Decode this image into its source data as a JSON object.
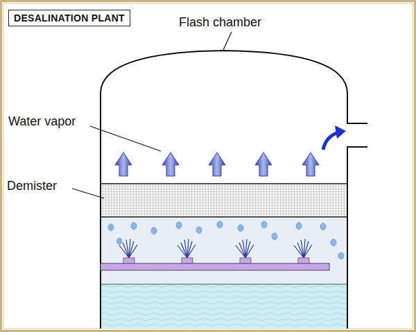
{
  "diagram": {
    "title": "DESALINATION PLANT",
    "labels": [
      "Flash chamber",
      "Water vapor",
      "Demister"
    ]
  }
}
